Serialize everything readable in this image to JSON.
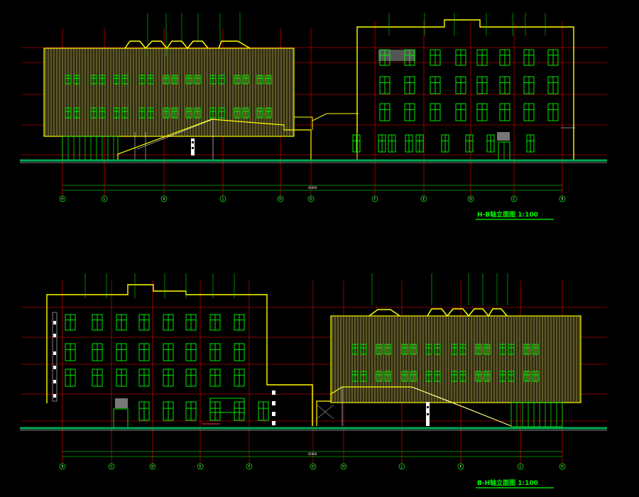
{
  "drawings": [
    {
      "title": "H-B轴立面图 1:100",
      "axis_labels": [
        "H",
        "L",
        "K",
        "J",
        "H",
        "G",
        "F",
        "E",
        "D",
        "C",
        "B"
      ],
      "overall_dimension": "45000"
    },
    {
      "title": "B-H轴立面图 1:100",
      "axis_labels": [
        "B",
        "C",
        "D",
        "E",
        "F",
        "G",
        "H",
        "J",
        "K",
        "L",
        "H"
      ],
      "overall_dimension": "45000"
    }
  ],
  "colors": {
    "background": "#000000",
    "outline": "#ffff00",
    "windows": "#00ff00",
    "grid": "#ff0000",
    "ground": "#00aa55",
    "text": "#ffffff",
    "title": "#00ff00"
  }
}
